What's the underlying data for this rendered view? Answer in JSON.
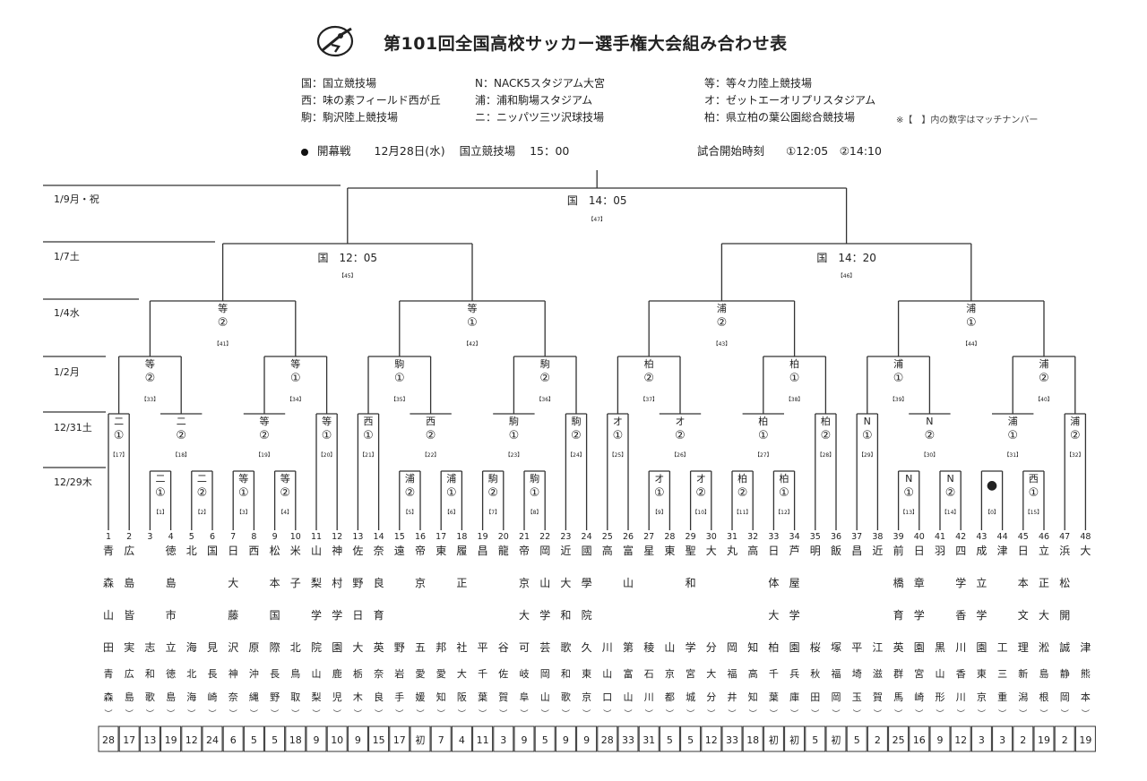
{
  "header": {
    "title": "第101回全国高校サッカー選手権大会組み合わせ表",
    "venues": [
      [
        "国：国立競技場",
        "N：NACK5スタジアム大宮",
        "等：等々力陸上競技場"
      ],
      [
        "西：味の素フィールド西が丘",
        "浦：浦和駒場スタジアム",
        "オ：ゼットエーオリプリスタジアム"
      ],
      [
        "駒：駒沢陸上競技場",
        "ニ：ニッパツ三ツ沢球技場",
        "柏：県立柏の葉公園総合競技場"
      ]
    ],
    "note": "※【　】内の数字はマッチナンバー",
    "opening": {
      "label": "開幕戦",
      "date": "12月28日(水)",
      "venue": "国立競技場",
      "time": "15：00"
    },
    "kickoff": {
      "label": "試合開始時刻",
      "times": "①12:05　②14:10"
    }
  },
  "rounds": [
    "1/9月・祝",
    "1/7土",
    "1/4水",
    "1/2月",
    "12/31土",
    "12/29木"
  ],
  "teams": [
    {
      "no": "1",
      "school": [
        "青",
        "森",
        "山",
        "田"
      ],
      "pref": [
        "青",
        "森"
      ],
      "count": "28"
    },
    {
      "no": "2",
      "school": [
        "広",
        "島",
        "皆",
        "実"
      ],
      "pref": [
        "広",
        "島"
      ],
      "count": "17"
    },
    {
      "no": "3",
      "school": [
        "",
        "",
        "",
        "志"
      ],
      "pref": [
        "和",
        "歌"
      ],
      "count": "13"
    },
    {
      "no": "4",
      "school": [
        "徳",
        "島",
        "市",
        "立"
      ],
      "pref": [
        "徳",
        "島"
      ],
      "count": "19"
    },
    {
      "no": "5",
      "school": [
        "北",
        "",
        "",
        "海"
      ],
      "pref": [
        "北",
        "海"
      ],
      "count": "12"
    },
    {
      "no": "6",
      "school": [
        "国",
        "",
        "",
        "見"
      ],
      "pref": [
        "長",
        "崎"
      ],
      "count": "24"
    },
    {
      "no": "7",
      "school": [
        "日",
        "大",
        "藤",
        "沢"
      ],
      "pref": [
        "神",
        "奈"
      ],
      "count": "6"
    },
    {
      "no": "8",
      "school": [
        "西",
        "",
        "",
        "原"
      ],
      "pref": [
        "沖",
        "縄"
      ],
      "count": "5"
    },
    {
      "no": "9",
      "school": [
        "松",
        "本",
        "国",
        "際"
      ],
      "pref": [
        "長",
        "野"
      ],
      "count": "5"
    },
    {
      "no": "10",
      "school": [
        "米",
        "子",
        "",
        "北"
      ],
      "pref": [
        "鳥",
        "取"
      ],
      "count": "18"
    },
    {
      "no": "11",
      "school": [
        "山",
        "梨",
        "学",
        "院"
      ],
      "pref": [
        "山",
        "梨"
      ],
      "count": "9"
    },
    {
      "no": "12",
      "school": [
        "神",
        "村",
        "学",
        "園"
      ],
      "pref": [
        "鹿",
        "児"
      ],
      "count": "10"
    },
    {
      "no": "13",
      "school": [
        "佐",
        "野",
        "日",
        "大"
      ],
      "pref": [
        "栃",
        "木"
      ],
      "count": "9"
    },
    {
      "no": "14",
      "school": [
        "奈",
        "良",
        "育",
        "英"
      ],
      "pref": [
        "奈",
        "良"
      ],
      "count": "15"
    },
    {
      "no": "15",
      "school": [
        "遠",
        "",
        "",
        "野"
      ],
      "pref": [
        "岩",
        "手"
      ],
      "count": "17"
    },
    {
      "no": "16",
      "school": [
        "帝",
        "京",
        "",
        "五"
      ],
      "pref": [
        "愛",
        "媛"
      ],
      "count": "初"
    },
    {
      "no": "17",
      "school": [
        "東",
        "",
        "",
        "邦"
      ],
      "pref": [
        "愛",
        "知"
      ],
      "count": "7"
    },
    {
      "no": "18",
      "school": [
        "履",
        "正",
        "",
        "社"
      ],
      "pref": [
        "大",
        "阪"
      ],
      "count": "4"
    },
    {
      "no": "19",
      "school": [
        "昌",
        "",
        "",
        "平"
      ],
      "pref": [
        "千",
        "葉"
      ],
      "count": "11"
    },
    {
      "no": "20",
      "school": [
        "龍",
        "",
        "",
        "谷"
      ],
      "pref": [
        "佐",
        "賀"
      ],
      "count": "3"
    },
    {
      "no": "21",
      "school": [
        "帝",
        "京",
        "大",
        "可"
      ],
      "pref": [
        "岐",
        "阜"
      ],
      "count": "9"
    },
    {
      "no": "22",
      "school": [
        "岡",
        "山",
        "学",
        "芸"
      ],
      "pref": [
        "岡",
        "山"
      ],
      "count": "5"
    },
    {
      "no": "23",
      "school": [
        "近",
        "大",
        "和",
        "歌"
      ],
      "pref": [
        "和",
        "歌"
      ],
      "count": "9"
    },
    {
      "no": "24",
      "school": [
        "國",
        "學",
        "院",
        "久"
      ],
      "pref": [
        "東",
        "京"
      ],
      "count": "9"
    },
    {
      "no": "25",
      "school": [
        "高",
        "",
        "",
        "川"
      ],
      "pref": [
        "山",
        "口"
      ],
      "count": "28"
    },
    {
      "no": "26",
      "school": [
        "富",
        "山",
        "",
        "第"
      ],
      "pref": [
        "富",
        "山"
      ],
      "count": "33"
    },
    {
      "no": "27",
      "school": [
        "星",
        "",
        "",
        "稜"
      ],
      "pref": [
        "石",
        "川"
      ],
      "count": "31"
    },
    {
      "no": "28",
      "school": [
        "東",
        "",
        "",
        "山"
      ],
      "pref": [
        "京",
        "都"
      ],
      "count": "5"
    },
    {
      "no": "29",
      "school": [
        "聖",
        "和",
        "",
        "学"
      ],
      "pref": [
        "宮",
        "城"
      ],
      "count": "5"
    },
    {
      "no": "30",
      "school": [
        "大",
        "",
        "",
        "分"
      ],
      "pref": [
        "大",
        "分"
      ],
      "count": "12"
    },
    {
      "no": "31",
      "school": [
        "丸",
        "",
        "",
        "岡"
      ],
      "pref": [
        "福",
        "井"
      ],
      "count": "33"
    },
    {
      "no": "32",
      "school": [
        "高",
        "",
        "",
        "知"
      ],
      "pref": [
        "高",
        "知"
      ],
      "count": "18"
    },
    {
      "no": "33",
      "school": [
        "日",
        "体",
        "大",
        "柏"
      ],
      "pref": [
        "千",
        "葉"
      ],
      "count": "初"
    },
    {
      "no": "34",
      "school": [
        "芦",
        "屋",
        "学",
        "園"
      ],
      "pref": [
        "兵",
        "庫"
      ],
      "count": "初"
    },
    {
      "no": "35",
      "school": [
        "明",
        "",
        "",
        "桜"
      ],
      "pref": [
        "秋",
        "田"
      ],
      "count": "5"
    },
    {
      "no": "36",
      "school": [
        "飯",
        "",
        "",
        "塚"
      ],
      "pref": [
        "福",
        "岡"
      ],
      "count": "初"
    },
    {
      "no": "37",
      "school": [
        "昌",
        "",
        "",
        "平"
      ],
      "pref": [
        "埼",
        "玉"
      ],
      "count": "5"
    },
    {
      "no": "38",
      "school": [
        "近",
        "",
        "",
        "江"
      ],
      "pref": [
        "滋",
        "賀"
      ],
      "count": "2"
    },
    {
      "no": "39",
      "school": [
        "前",
        "橋",
        "育",
        "英"
      ],
      "pref": [
        "群",
        "馬"
      ],
      "count": "25"
    },
    {
      "no": "40",
      "school": [
        "日",
        "章",
        "学",
        "園"
      ],
      "pref": [
        "宮",
        "崎"
      ],
      "count": "16"
    },
    {
      "no": "41",
      "school": [
        "羽",
        "",
        "",
        "黒"
      ],
      "pref": [
        "山",
        "形"
      ],
      "count": "9"
    },
    {
      "no": "42",
      "school": [
        "四",
        "学",
        "香",
        "川"
      ],
      "pref": [
        "香",
        "川"
      ],
      "count": "12"
    },
    {
      "no": "43",
      "school": [
        "成",
        "立",
        "学",
        "園"
      ],
      "pref": [
        "東",
        "京"
      ],
      "count": "3"
    },
    {
      "no": "44",
      "school": [
        "津",
        "",
        "",
        "工"
      ],
      "pref": [
        "三",
        "重"
      ],
      "count": "3"
    },
    {
      "no": "45",
      "school": [
        "日",
        "本",
        "文",
        "理"
      ],
      "pref": [
        "新",
        "潟"
      ],
      "count": "2"
    },
    {
      "no": "46",
      "school": [
        "立",
        "正",
        "大",
        "淞"
      ],
      "pref": [
        "島",
        "根"
      ],
      "count": "19"
    },
    {
      "no": "47",
      "school": [
        "浜",
        "松",
        "開",
        "誠"
      ],
      "pref": [
        "静",
        "岡"
      ],
      "count": "2"
    },
    {
      "no": "48",
      "school": [
        "大",
        "",
        "",
        "津"
      ],
      "pref": [
        "熊",
        "本"
      ],
      "count": "19"
    }
  ],
  "r1_matches": [
    {
      "venue": "二",
      "num": "①",
      "match": "【1】"
    },
    {
      "venue": "二",
      "num": "②",
      "match": "【2】"
    },
    {
      "venue": "等",
      "num": "①",
      "match": "【3】"
    },
    {
      "venue": "等",
      "num": "②",
      "match": "【4】"
    },
    {
      "venue": "浦",
      "num": "②",
      "match": "【5】"
    },
    {
      "venue": "浦",
      "num": "①",
      "match": "【6】"
    },
    {
      "venue": "駒",
      "num": "②",
      "match": "【7】"
    },
    {
      "venue": "駒",
      "num": "①",
      "match": "【8】"
    },
    {
      "venue": "オ",
      "num": "①",
      "match": "【9】"
    },
    {
      "venue": "オ",
      "num": "②",
      "match": "【10】"
    },
    {
      "venue": "柏",
      "num": "②",
      "match": "【11】"
    },
    {
      "venue": "柏",
      "num": "①",
      "match": "【12】"
    },
    {
      "venue": "N",
      "num": "①",
      "match": "【13】"
    },
    {
      "venue": "N",
      "num": "②",
      "match": "【14】"
    },
    {
      "venue": "",
      "num": "",
      "match": "【0】"
    },
    {
      "venue": "西",
      "num": "①",
      "match": "【15】"
    }
  ],
  "r2_matches": [
    {
      "venue": "二",
      "num": "①",
      "match": "【17】"
    },
    {
      "venue": "二",
      "num": "②",
      "match": "【18】"
    },
    {
      "venue": "等",
      "num": "②",
      "match": "【19】"
    },
    {
      "venue": "等",
      "num": "①",
      "match": "【20】"
    },
    {
      "venue": "西",
      "num": "①",
      "match": "【21】"
    },
    {
      "venue": "西",
      "num": "②",
      "match": "【22】"
    },
    {
      "venue": "駒",
      "num": "①",
      "match": "【23】"
    },
    {
      "venue": "駒",
      "num": "②",
      "match": "【24】"
    },
    {
      "venue": "オ",
      "num": "①",
      "match": "【25】"
    },
    {
      "venue": "オ",
      "num": "②",
      "match": "【26】"
    },
    {
      "venue": "柏",
      "num": "①",
      "match": "【27】"
    },
    {
      "venue": "柏",
      "num": "②",
      "match": "【28】"
    },
    {
      "venue": "N",
      "num": "①",
      "match": "【29】"
    },
    {
      "venue": "N",
      "num": "②",
      "match": "【30】"
    },
    {
      "venue": "浦",
      "num": "①",
      "match": "【31】"
    },
    {
      "venue": "浦",
      "num": "②",
      "match": "【32】"
    }
  ],
  "r3_matches": [
    {
      "venue": "等",
      "num": "②",
      "match": "【33】"
    },
    {
      "venue": "等",
      "num": "①",
      "match": "【34】"
    },
    {
      "venue": "駒",
      "num": "①",
      "match": "【35】"
    },
    {
      "venue": "駒",
      "num": "②",
      "match": "【36】"
    },
    {
      "venue": "柏",
      "num": "②",
      "match": "【37】"
    },
    {
      "venue": "柏",
      "num": "①",
      "match": "【38】"
    },
    {
      "venue": "浦",
      "num": "①",
      "match": "【39】"
    },
    {
      "venue": "浦",
      "num": "②",
      "match": "【40】"
    }
  ],
  "qf_matches": [
    {
      "venue": "等",
      "num": "②",
      "match": "【41】"
    },
    {
      "venue": "等",
      "num": "①",
      "match": "【42】"
    },
    {
      "venue": "浦",
      "num": "②",
      "match": "【43】"
    },
    {
      "venue": "浦",
      "num": "①",
      "match": "【44】"
    }
  ],
  "sf_matches": [
    {
      "label": "国　12：05",
      "match": "【45】"
    },
    {
      "label": "国　14：20",
      "match": "【46】"
    }
  ],
  "final_match": {
    "label": "国　14：05",
    "match": "【47】"
  },
  "opening_marker": "●",
  "colors": {
    "line": "#333333",
    "text": "#222222",
    "bg": "#ffffff"
  }
}
